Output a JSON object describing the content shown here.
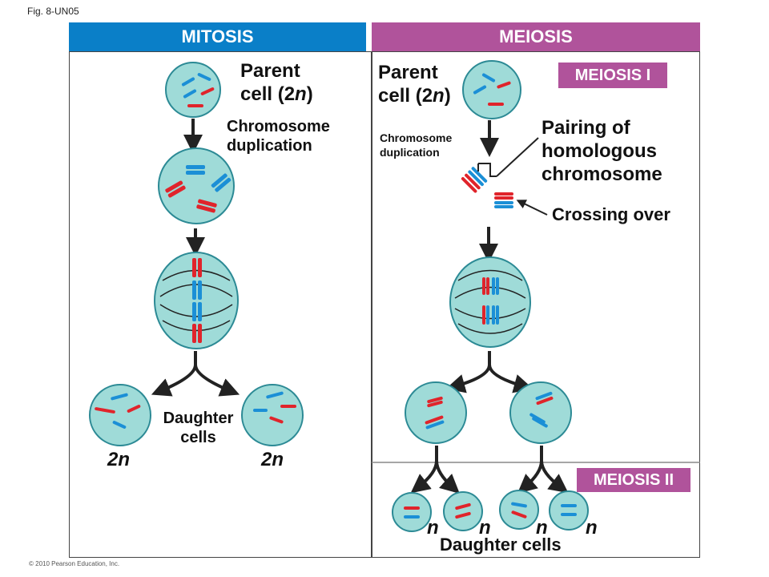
{
  "figure_label": "Fig. 8-UN05",
  "copyright": "© 2010 Pearson Education, Inc.",
  "colors": {
    "mitosis_banner": "#0a7fc8",
    "meiosis_banner": "#b0539b",
    "cell_fill": "#9fdbd8",
    "cell_stroke": "#2c8a95",
    "chromosome_red": "#e0242b",
    "chromosome_blue": "#1b8fd6"
  },
  "mitosis": {
    "title": "MITOSIS",
    "parent_line1": "Parent",
    "parent_line2_pre": "cell (2",
    "parent_line2_n": "n",
    "parent_line2_post": ")",
    "duplication_line1": "Chromosome",
    "duplication_line2": "duplication",
    "daughter_line1": "Daughter",
    "daughter_line2": "cells",
    "ploidy_left": "2n",
    "ploidy_right": "2n"
  },
  "meiosis": {
    "title": "MEIOSIS",
    "stage1": "MEIOSIS I",
    "stage2": "MEIOSIS II",
    "parent_line1": "Parent",
    "parent_line2_pre": "cell (2",
    "parent_line2_n": "n",
    "parent_line2_post": ")",
    "duplication_line1": "Chromosome",
    "duplication_line2": "duplication",
    "pairing_line1": "Pairing of",
    "pairing_line2": "homologous",
    "pairing_line3": "chromosome",
    "crossing_over": "Crossing over",
    "ploidy_labels": [
      "n",
      "n",
      "n",
      "n"
    ],
    "daughter_cells": "Daughter cells"
  }
}
